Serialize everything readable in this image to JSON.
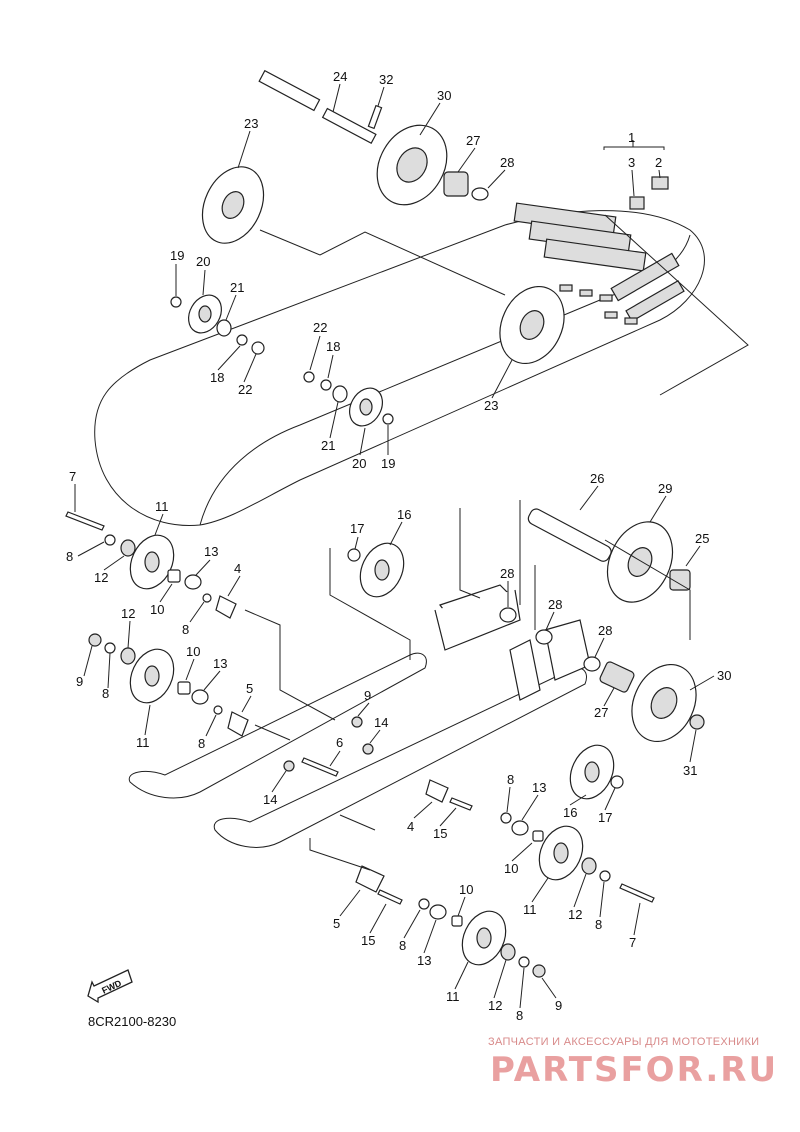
{
  "diagram": {
    "code": "8CR2100-8230",
    "fwd_label": "FWD",
    "callouts": [
      {
        "id": "c24",
        "text": "24"
      },
      {
        "id": "c32",
        "text": "32"
      },
      {
        "id": "c30a",
        "text": "30"
      },
      {
        "id": "c27a",
        "text": "27"
      },
      {
        "id": "c28a",
        "text": "28"
      },
      {
        "id": "c23a",
        "text": "23"
      },
      {
        "id": "c1",
        "text": "1"
      },
      {
        "id": "c3",
        "text": "3"
      },
      {
        "id": "c2",
        "text": "2"
      },
      {
        "id": "c19a",
        "text": "19"
      },
      {
        "id": "c20a",
        "text": "20"
      },
      {
        "id": "c21a",
        "text": "21"
      },
      {
        "id": "c22a",
        "text": "22"
      },
      {
        "id": "c18a",
        "text": "18"
      },
      {
        "id": "c18b",
        "text": "18"
      },
      {
        "id": "c22b",
        "text": "22"
      },
      {
        "id": "c23b",
        "text": "23"
      },
      {
        "id": "c21b",
        "text": "21"
      },
      {
        "id": "c20b",
        "text": "20"
      },
      {
        "id": "c19b",
        "text": "19"
      },
      {
        "id": "c7a",
        "text": "7"
      },
      {
        "id": "c11a",
        "text": "11"
      },
      {
        "id": "c8a",
        "text": "8"
      },
      {
        "id": "c12a",
        "text": "12"
      },
      {
        "id": "c13a",
        "text": "13"
      },
      {
        "id": "c4a",
        "text": "4"
      },
      {
        "id": "c10a",
        "text": "10"
      },
      {
        "id": "c8b",
        "text": "8"
      },
      {
        "id": "c17a",
        "text": "17"
      },
      {
        "id": "c16a",
        "text": "16"
      },
      {
        "id": "c26",
        "text": "26"
      },
      {
        "id": "c29",
        "text": "29"
      },
      {
        "id": "c25",
        "text": "25"
      },
      {
        "id": "c28b",
        "text": "28"
      },
      {
        "id": "c28c",
        "text": "28"
      },
      {
        "id": "c28d",
        "text": "28"
      },
      {
        "id": "c12b",
        "text": "12"
      },
      {
        "id": "c9a",
        "text": "9"
      },
      {
        "id": "c8c",
        "text": "8"
      },
      {
        "id": "c10b",
        "text": "10"
      },
      {
        "id": "c13b",
        "text": "13"
      },
      {
        "id": "c11b",
        "text": "11"
      },
      {
        "id": "c5a",
        "text": "5"
      },
      {
        "id": "c8d",
        "text": "8"
      },
      {
        "id": "c30b",
        "text": "30"
      },
      {
        "id": "c27b",
        "text": "27"
      },
      {
        "id": "c31",
        "text": "31"
      },
      {
        "id": "c9b",
        "text": "9"
      },
      {
        "id": "c14a",
        "text": "14"
      },
      {
        "id": "c6",
        "text": "6"
      },
      {
        "id": "c14b",
        "text": "14"
      },
      {
        "id": "c8e",
        "text": "8"
      },
      {
        "id": "c13c",
        "text": "13"
      },
      {
        "id": "c16b",
        "text": "16"
      },
      {
        "id": "c17b",
        "text": "17"
      },
      {
        "id": "c4b",
        "text": "4"
      },
      {
        "id": "c15a",
        "text": "15"
      },
      {
        "id": "c10c",
        "text": "10"
      },
      {
        "id": "c11c",
        "text": "11"
      },
      {
        "id": "c12c",
        "text": "12"
      },
      {
        "id": "c8f",
        "text": "8"
      },
      {
        "id": "c7b",
        "text": "7"
      },
      {
        "id": "c10d",
        "text": "10"
      },
      {
        "id": "c5b",
        "text": "5"
      },
      {
        "id": "c15b",
        "text": "15"
      },
      {
        "id": "c8g",
        "text": "8"
      },
      {
        "id": "c13d",
        "text": "13"
      },
      {
        "id": "c11d",
        "text": "11"
      },
      {
        "id": "c12d",
        "text": "12"
      },
      {
        "id": "c8h",
        "text": "8"
      },
      {
        "id": "c9c",
        "text": "9"
      }
    ]
  },
  "watermark": {
    "tagline": "ЗАПЧАСТИ И АКСЕССУАРЫ ДЛЯ МОТОТЕХНИКИ",
    "brand": "PARTSFOR.RU",
    "color": "#e9a0a0"
  }
}
